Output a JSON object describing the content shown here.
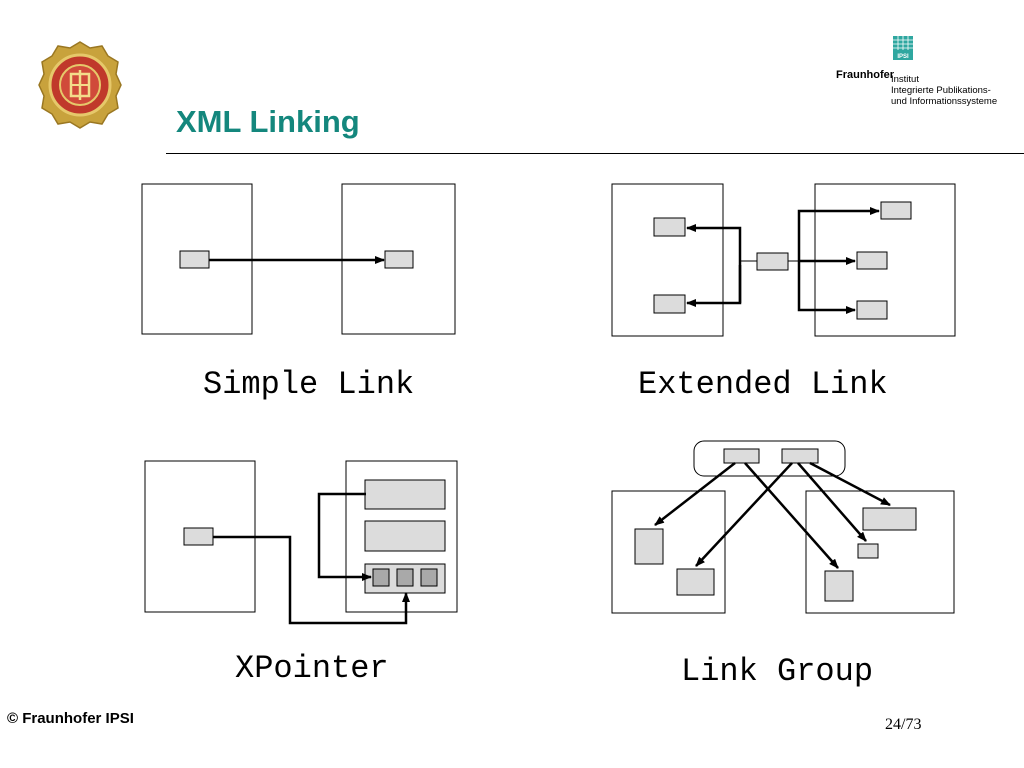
{
  "slide": {
    "title": "XML Linking",
    "footer_copyright": "© Fraunhofer IPSI",
    "page_number": "24/73"
  },
  "logo": {
    "brand": "Fraunhofer",
    "institute_line1": "Institut",
    "institute_line2": "Integrierte Publikations-",
    "institute_line3": "und Informationssysteme",
    "badge": "IPSI"
  },
  "diagrams": {
    "simple_link": {
      "caption": "Simple Link"
    },
    "extended_link": {
      "caption": "Extended Link"
    },
    "xpointer": {
      "caption": "XPointer"
    },
    "link_group": {
      "caption": "Link Group"
    }
  },
  "colors": {
    "title": "#14877d",
    "box_fill": "#dcdcdc",
    "seal_gold": "#c8a23c",
    "seal_red": "#c0392b",
    "ipsi_green": "#2fa7a0"
  }
}
